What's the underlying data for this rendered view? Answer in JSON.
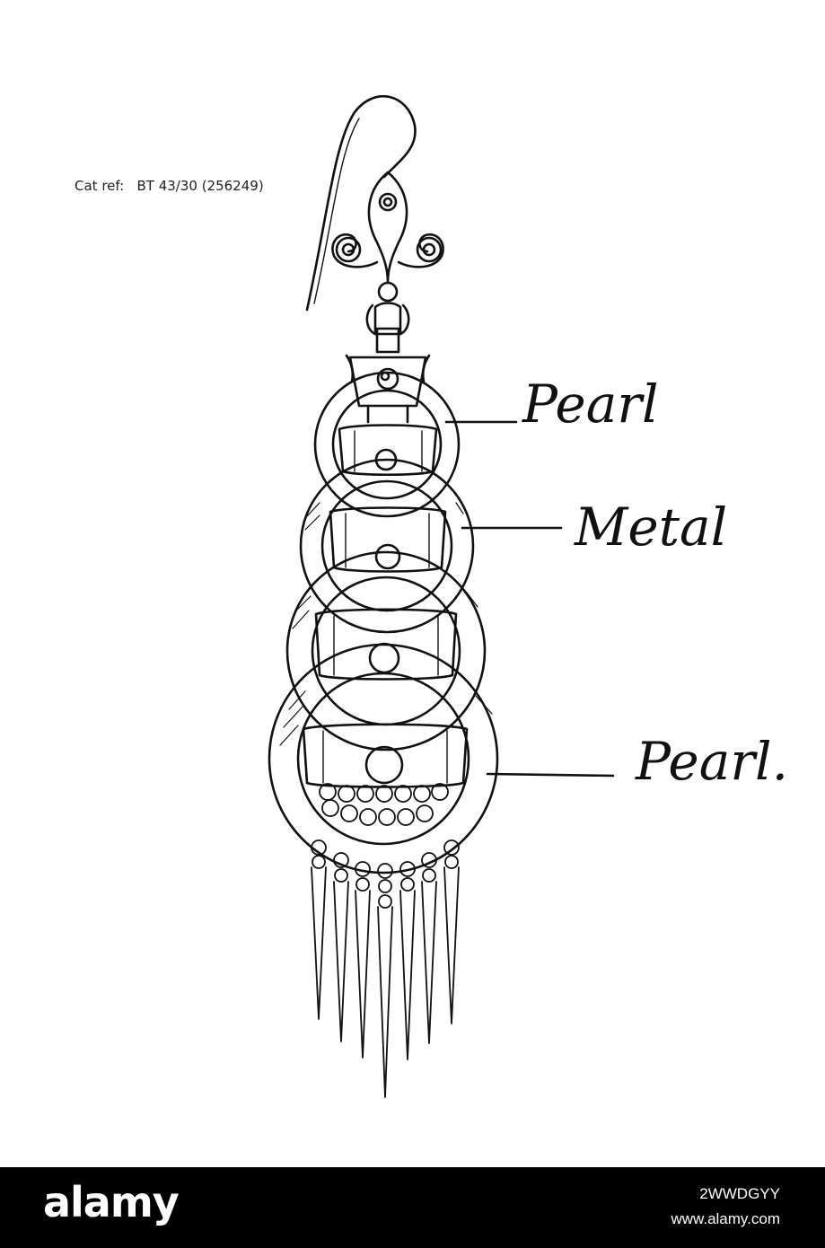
{
  "caption": {
    "catref": "Cat ref:   BT 43/30 (256249)"
  },
  "labels": {
    "top": "Pearl",
    "middle": "Metal",
    "bottom": "Pearl."
  },
  "watermark": {
    "brand": "alamy",
    "image_id": "2WWDGYY",
    "site": "www.alamy.com"
  },
  "colors": {
    "ink": "#111111",
    "paper": "#ffffff",
    "footer": "#000000"
  }
}
